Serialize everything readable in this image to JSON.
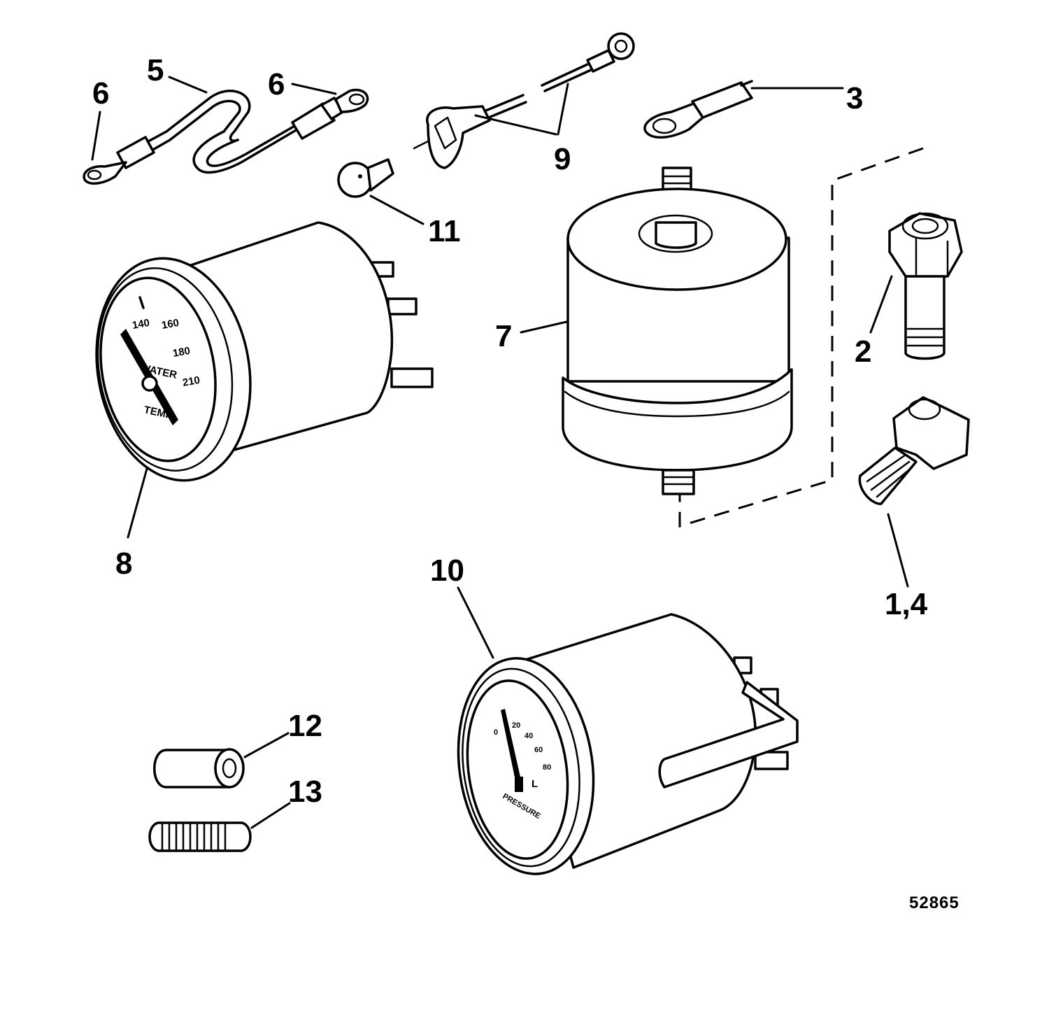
{
  "figure_number": "52865",
  "callouts": {
    "c1_4": "1,4",
    "c2": "2",
    "c3": "3",
    "c5": "5",
    "c6_left": "6",
    "c6_right": "6",
    "c7": "7",
    "c8": "8",
    "c9": "9",
    "c10": "10",
    "c11": "11",
    "c12": "12",
    "c13": "13"
  },
  "water_temp_gauge": {
    "ticks": [
      "140",
      "160",
      "180",
      "210"
    ],
    "face_word1": "WATER",
    "face_word2": "TEMP"
  },
  "oil_pressure_gauge": {
    "ticks": [
      "0",
      "20",
      "40",
      "60",
      "80"
    ],
    "face_word": "PRESSURE",
    "face_letter": "L"
  }
}
